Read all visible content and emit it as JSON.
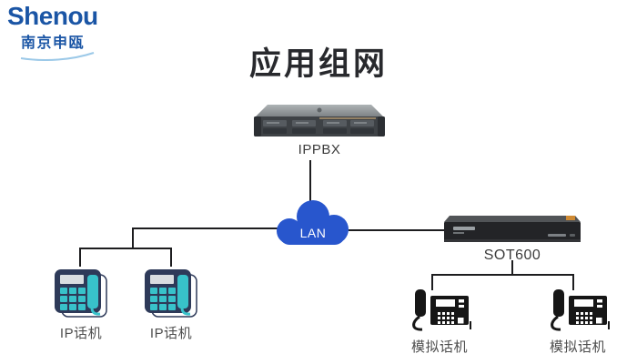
{
  "logo": {
    "brand": "Shenou",
    "subtitle": "南京申瓯",
    "color": "#1a55a5",
    "swoosh_color": "#9cc9e8"
  },
  "title": "应用组网",
  "diagram": {
    "server": {
      "label": "IPPBX",
      "icon": "rack-server-icon"
    },
    "cloud": {
      "label": "LAN",
      "icon": "cloud-icon",
      "color": "#2856cd"
    },
    "gateway": {
      "label": "SOT600",
      "icon": "voip-gateway-icon",
      "accent_color": "#cf8a33"
    },
    "ip_phones": [
      {
        "label": "IP话机",
        "icon": "ip-phone-icon"
      },
      {
        "label": "IP话机",
        "icon": "ip-phone-icon"
      }
    ],
    "analog_phones": [
      {
        "label": "模拟话机",
        "icon": "analog-phone-icon"
      },
      {
        "label": "模拟话机",
        "icon": "analog-phone-icon"
      }
    ],
    "colors": {
      "line": "#1d1d1f",
      "title_text": "#28292d",
      "node_label_text": "#3c3c3c",
      "phone_label_text": "#4f4f4f",
      "ip_phone_body": "#2e3a59",
      "ip_phone_accent": "#38c2ca",
      "ip_phone_display": "#d9dde0",
      "analog_phone": "#161616",
      "server_top": "#9aa0a2",
      "server_front": "#3e4246",
      "gateway_front": "#232427"
    }
  }
}
